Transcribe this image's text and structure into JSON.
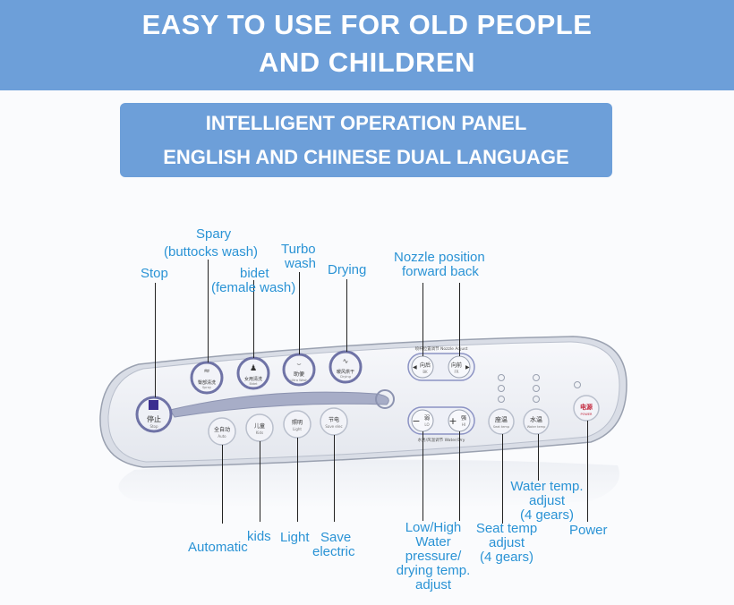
{
  "banner": {
    "line1": "EASY TO USE FOR OLD PEOPLE",
    "line2": "AND CHILDREN"
  },
  "subtitle": {
    "line1": "INTELLIGENT OPERATION PANEL",
    "line2": "ENGLISH AND CHINESE DUAL LANGUAGE"
  },
  "labels": {
    "stop": "Stop",
    "spray1": "Spary",
    "spray2": "(buttocks wash)",
    "bidet1": "bidet",
    "bidet2": "(female wash)",
    "turbo1": "Turbo",
    "turbo2": "wash",
    "drying": "Drying",
    "nozzle1": "Nozzle position",
    "nozzle2": "forward back",
    "automatic": "Automatic",
    "kids": "kids",
    "light": "Light",
    "save1": "Save",
    "save2": "electric",
    "lowhigh1": "Low/High",
    "lowhigh2": "Water",
    "lowhigh3": "pressure/",
    "lowhigh4": "drying temp.",
    "lowhigh5": "adjust",
    "seat1": "Seat temp",
    "seat2": "adjust",
    "seat3": "(4 gears)",
    "water1": "Water temp.",
    "water2": "adjust",
    "water3": "(4 gears)",
    "power": "Power"
  },
  "panel": {
    "stop_cn": "停止",
    "stop_en": "Stop",
    "spray_cn": "臀部清洗",
    "spray_en": "Spray",
    "bidet_cn": "女用清洗",
    "bidet_en": "Bidet",
    "turbo_cn": "助便",
    "turbo_en": "Ultra Wash",
    "drying_cn": "暖风烘干",
    "drying_en": "Drying",
    "back_cn": "向后",
    "back_en": "BK",
    "front_cn": "向前",
    "front_en": "FR",
    "nozzle_caption": "喷杆位置调节 Nozzle Adjust",
    "auto_cn": "全自动",
    "auto_en": "Auto",
    "kids_cn": "儿童",
    "kids_en": "Kids",
    "light_cn": "照明",
    "light_en": "Light",
    "save_cn": "节电",
    "save_en": "Save elec",
    "weak_cn": "弱",
    "weak_en": "LO",
    "strong_cn": "强",
    "strong_en": "HI",
    "minus": "−",
    "plus": "+",
    "pressure_caption": "水势/风温调节 Water/Dry",
    "seat_cn": "座温",
    "seat_en": "Seat temp",
    "water_cn": "水温",
    "water_en": "Water temp",
    "power_cn": "电源",
    "power_en": "POWER"
  },
  "colors": {
    "accent": "#6d9fd9",
    "label": "#2a93d5",
    "power": "#c2253a",
    "stop_square": "#3b2f8f"
  }
}
